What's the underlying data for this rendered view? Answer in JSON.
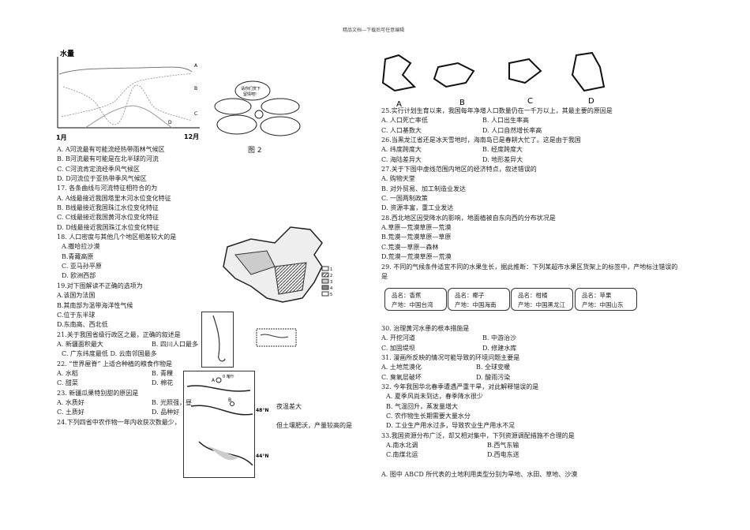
{
  "header": "精品文档---下载后可任意编辑",
  "chart": {
    "ylabel": "水量",
    "x_start": "1月",
    "x_end": "12月",
    "series_labels": [
      "A",
      "B",
      "C",
      "D"
    ]
  },
  "figure2": {
    "bubble": [
      "请你们赏下",
      "留情吧!"
    ],
    "caption": "图 2"
  },
  "maps_top": {
    "labels": [
      "A",
      "B",
      "C",
      "D"
    ]
  },
  "china_map_legend": [
    "1",
    "2",
    "3",
    "4",
    "5"
  ],
  "xinjiang_map": {
    "labels": [
      "A",
      "B"
    ],
    "lat1": "48°N",
    "lat2": "44°N",
    "point_a": "0 喀什"
  },
  "left": [
    {
      "t": "A. A河流最有可能流经热带雨林气候区"
    },
    {
      "t": "B. B河流最有可能是在北半球的河流"
    },
    {
      "t": "C. C河流肯定流经季风气候区"
    },
    {
      "t": "D. D河流位于亚热带季风气候区"
    },
    {
      "t": "17. 各条曲线与河流特征相符合的为"
    },
    {
      "t": "A. A线最接近我国塔里木河水位变化特征"
    },
    {
      "t": "B. B线最接近我国珠江水位变化特征"
    },
    {
      "t": "C. C线最接近我国黄河水位变化特征"
    },
    {
      "t": "D. D线最接近我国珠江水位变化特征"
    },
    {
      "t": "18. 人口密度与其他几个地区相差较大的是"
    },
    {
      "t": "A.撒哈拉沙漠",
      "i": 1
    },
    {
      "t": "B.青藏高原",
      "i": 1
    },
    {
      "t": "C. 亚马孙平原",
      "i": 1
    },
    {
      "t": "D. 欧洲西部",
      "i": 1
    },
    {
      "t": "19.对下图解读不正确的选项为"
    },
    {
      "t": "A.该国为法国"
    },
    {
      "t": "B.其南部为温带海洋性气候"
    },
    {
      "t": "C.位于东半球"
    },
    {
      "t": "D.东南高、西北低"
    },
    {
      "t": "21.关于我国省级行政区之最，正确的叙述是"
    },
    {
      "a": "A. 新疆面积最大",
      "b": "B. 四川人口最多"
    },
    {
      "t": "C. 广东纬度最低 D. 云南邻国最多",
      "i": 1
    },
    {
      "t": "22. “世界屋脊” 上适合种植的粮食作物是"
    },
    {
      "a": "A. 水稻",
      "b": "B. 青稞"
    },
    {
      "a": "C. 甜菜",
      "b": "D. 棉花"
    },
    {
      "t": "23. 新疆瓜果特别甜的原因是"
    },
    {
      "a": "A. 水质好",
      "b": "B. 光照强，昼"
    },
    {
      "a": "C. 土质好",
      "b": "D. 品种好"
    },
    {
      "t": "24.下列四省中农作物一年内收获次数最少，"
    }
  ],
  "left_tail": {
    "l23": "夜温差大",
    "l24": "但土壤肥沃，产量较高的是"
  },
  "right": [
    {
      "t": "25.实行计划生育以来，我国每年净增人口数量仍在一千万以上，其最主要的原因是"
    },
    {
      "a": "A. 人口死亡率低",
      "b": "B. 人口出生率高"
    },
    {
      "a": "C. 人口基数大",
      "b": "D. 人口自然增长率高"
    },
    {
      "t": "26.当黑龙江省还是冰天雪地时，海南岛已是春耕大忙了。这是由于我国"
    },
    {
      "a": "A. 纬度跨度大",
      "b": "B. 经度跨度大"
    },
    {
      "a": "C. 海陆差异大",
      "b": "D. 地形差异大"
    },
    {
      "t": "27.关于下图中虚线范围内地区的经济特点，叙述错误的"
    },
    {
      "t": "A. 购物天堂"
    },
    {
      "t": "B. 对外贸易、加工制造业发达"
    },
    {
      "t": "C. 一国两制政策"
    },
    {
      "t": "D. 资源丰富，重工业发达"
    },
    {
      "t": "28.西北地区因受降水的影响，地面植被自东向西的分布状况是"
    },
    {
      "t": "A.草原—荒漠草原—荒漠"
    },
    {
      "t": "B.荒漠—荒漠草原—草原"
    },
    {
      "t": "C.荒漠—草原—森林"
    },
    {
      "t": "D.荒漠—荒漠草原—荒漠"
    },
    {
      "t": "29. 不同的气候条件适宜不同的水果生长，据此推断：下列某超市水果区货架上的标签中，产地标注错误的"
    },
    {
      "t": "是"
    }
  ],
  "fruit_cards": [
    {
      "name": "品名：香蕉",
      "origin": "产地：中国台湾"
    },
    {
      "name": "品名：椰子",
      "origin": "产地：中国海南"
    },
    {
      "name": "品名：柑橘",
      "origin": "产地：中国黑龙江"
    },
    {
      "name": "品名：苹果",
      "origin": "产地：中国山东"
    }
  ],
  "right2": [
    {
      "t": "30. 治理黄河水患的根本措施是"
    },
    {
      "a": "A. 开挖河道",
      "b": "B. 中游治沙"
    },
    {
      "a": "C. 加固堤坝",
      "b": "D. 修建水库"
    },
    {
      "t": "31. 漫画所反映的情况可能导致的环境问题主要是"
    },
    {
      "a": "A. 土地荒漠化",
      "b": "B. 全球变暖",
      "w": 1
    },
    {
      "a": "C. 臭氧层破坏",
      "b": "D. 酸雨污染",
      "w": 1
    },
    {
      "t": "32. 今年我国华北春季遭遇严重干旱，对此解释错误的是"
    },
    {
      "t": "A. 夏季风尚未到达，春季降水很少",
      "i": 1
    },
    {
      "t": "B. 气温回升，蒸发量增大",
      "i": 1
    },
    {
      "t": "C. 农作物生长期需要大量水分",
      "i": 1
    },
    {
      "t": "D. 工业生产用水过多，导致农业生产用水不足",
      "i": 1
    },
    {
      "t": "33.我国资源分布广泛，却又相对集中，下列资源调配措施不合理的是"
    },
    {
      "a": "A.南水北调",
      "b": "B.西气东输",
      "i": 1
    },
    {
      "a": "C.南煤北运",
      "b": "D.西电东送",
      "i": 1
    },
    {
      "t": ""
    },
    {
      "t": "A. 图中 ABCD 所代表的土地利用类型分别为旱地、水田、草地、沙漠"
    }
  ]
}
